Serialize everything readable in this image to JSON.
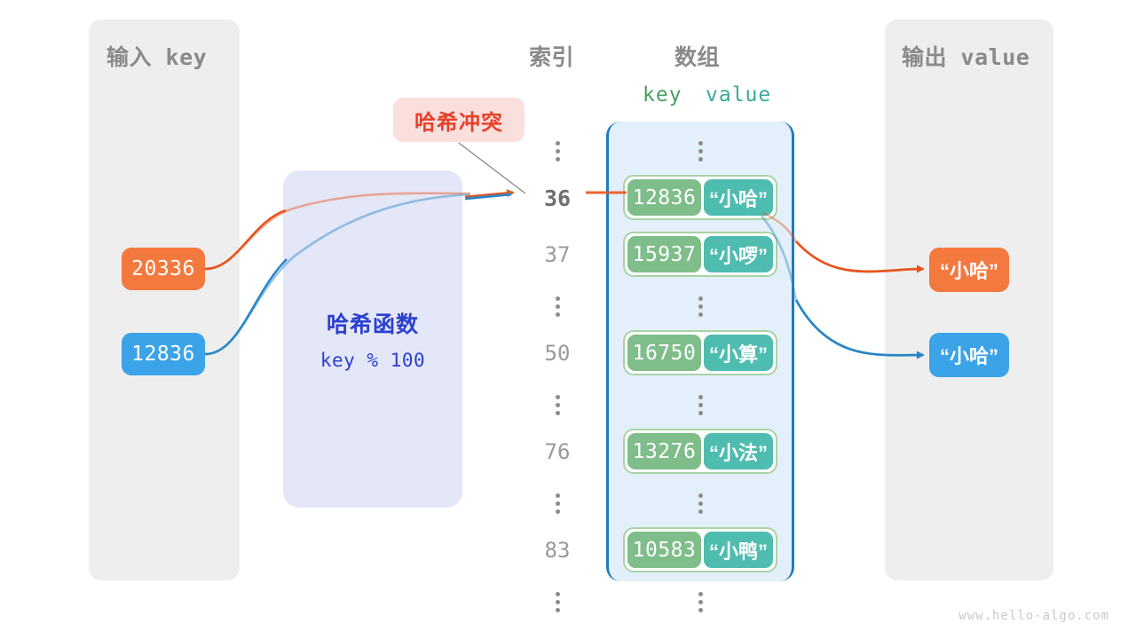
{
  "watermark": "www.hello-algo.com",
  "input_panel": {
    "title": "输入 key",
    "keys": [
      {
        "label": "20336",
        "color": "#f4793f"
      },
      {
        "label": "12836",
        "color": "#3ba3e8"
      }
    ]
  },
  "hash_function": {
    "title": "哈希函数",
    "formula": "key % 100",
    "text_color": "#2c3fcf",
    "bg_color": "#e3e7f8"
  },
  "collision": {
    "label": "哈希冲突",
    "text_color": "#e8412b",
    "bg_color": "#fadfdd"
  },
  "index_column": {
    "title": "索引",
    "entries": [
      {
        "kind": "dots"
      },
      {
        "kind": "index",
        "label": "36",
        "active": true
      },
      {
        "kind": "index",
        "label": "37",
        "active": false
      },
      {
        "kind": "dots"
      },
      {
        "kind": "index",
        "label": "50",
        "active": false
      },
      {
        "kind": "dots"
      },
      {
        "kind": "index",
        "label": "76",
        "active": false
      },
      {
        "kind": "dots"
      },
      {
        "kind": "index",
        "label": "83",
        "active": false
      },
      {
        "kind": "dots"
      }
    ]
  },
  "array": {
    "title": "数组",
    "key_header": "key",
    "value_header": "value",
    "key_header_color": "#4a9d5e",
    "value_header_color": "#3aa99d",
    "border_color": "#1f7bc1",
    "bg_color": "#e3f0fb",
    "rows": [
      {
        "kind": "dots"
      },
      {
        "kind": "pair",
        "key": "12836",
        "value": "“小哈”"
      },
      {
        "kind": "pair",
        "key": "15937",
        "value": "“小啰”"
      },
      {
        "kind": "dots"
      },
      {
        "kind": "pair",
        "key": "16750",
        "value": "“小算”"
      },
      {
        "kind": "dots"
      },
      {
        "kind": "pair",
        "key": "13276",
        "value": "“小法”"
      },
      {
        "kind": "dots"
      },
      {
        "kind": "pair",
        "key": "10583",
        "value": "“小鸭”"
      },
      {
        "kind": "dots"
      }
    ]
  },
  "output_panel": {
    "title": "输出 value",
    "values": [
      {
        "label": "“小哈”",
        "color": "#f4793f"
      },
      {
        "label": "“小哈”",
        "color": "#3ba3e8"
      }
    ]
  }
}
